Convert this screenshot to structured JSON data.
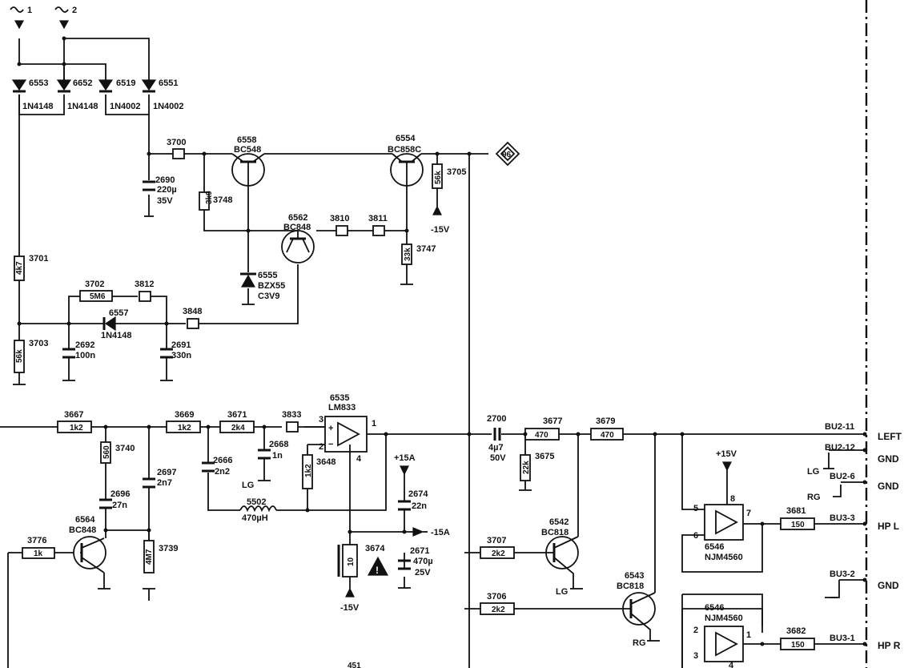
{
  "inputs": {
    "in1": "1",
    "in2": "2"
  },
  "net_flag": "96",
  "diodes": {
    "d6553": {
      "ref": "6553",
      "type": "1N4148"
    },
    "d6652": {
      "ref": "6652",
      "type": "1N4148"
    },
    "d6519": {
      "ref": "6519",
      "type": "1N4002"
    },
    "d6551": {
      "ref": "6551",
      "type": "1N4002"
    },
    "d6557": {
      "ref": "6557",
      "type": "1N4148"
    },
    "d6555": {
      "ref": "6555",
      "type": "BZX55",
      "value": "C3V9"
    }
  },
  "transistors": {
    "t6558": {
      "ref": "6558",
      "type": "BC548"
    },
    "t6554": {
      "ref": "6554",
      "type": "BC858C"
    },
    "t6562": {
      "ref": "6562",
      "type": "BC848"
    },
    "t6564": {
      "ref": "6564",
      "type": "BC848"
    },
    "t6542": {
      "ref": "6542",
      "type": "BC818"
    },
    "t6543": {
      "ref": "6543",
      "type": "BC818"
    }
  },
  "resistors": {
    "r3700": {
      "ref": "3700"
    },
    "r3810": {
      "ref": "3810"
    },
    "r3811": {
      "ref": "3811"
    },
    "r3812": {
      "ref": "3812"
    },
    "r3848": {
      "ref": "3848"
    },
    "r3833": {
      "ref": "3833"
    },
    "r3705": {
      "ref": "3705",
      "value": "56k"
    },
    "r3748": {
      "ref": "3748",
      "value": "3k9"
    },
    "r3747": {
      "ref": "3747",
      "value": "33k"
    },
    "r3701": {
      "ref": "3701",
      "value": "4k7"
    },
    "r3702": {
      "ref": "3702",
      "value": "5M6"
    },
    "r3703": {
      "ref": "3703",
      "value": "56k"
    },
    "r3667": {
      "ref": "3667",
      "value": "1k2"
    },
    "r3669": {
      "ref": "3669",
      "value": "1k2"
    },
    "r3671": {
      "ref": "3671",
      "value": "2k4"
    },
    "r3740": {
      "ref": "3740",
      "value": "560"
    },
    "r3648": {
      "ref": "3648",
      "value": "1k2"
    },
    "r3739": {
      "ref": "3739",
      "value": "4M7"
    },
    "r3776": {
      "ref": "3776",
      "value": "1k"
    },
    "r3674": {
      "ref": "3674",
      "value": "10"
    },
    "r3677": {
      "ref": "3677",
      "value": "470"
    },
    "r3679": {
      "ref": "3679",
      "value": "470"
    },
    "r3675": {
      "ref": "3675",
      "value": "22k"
    },
    "r3707": {
      "ref": "3707",
      "value": "2k2"
    },
    "r3706": {
      "ref": "3706",
      "value": "2k2"
    },
    "r3681": {
      "ref": "3681",
      "value": "150"
    },
    "r3682": {
      "ref": "3682",
      "value": "150"
    }
  },
  "capacitors": {
    "c2690": {
      "ref": "2690",
      "value": "220µ",
      "voltage": "35V"
    },
    "c2692": {
      "ref": "2692",
      "value": "100n"
    },
    "c2691": {
      "ref": "2691",
      "value": "330n"
    },
    "c2668": {
      "ref": "2668",
      "value": "1n"
    },
    "c2666": {
      "ref": "2666",
      "value": "2n2"
    },
    "c2697": {
      "ref": "2697",
      "value": "2n7"
    },
    "c2696": {
      "ref": "2696",
      "value": "27n"
    },
    "c2674": {
      "ref": "2674",
      "value": "22n"
    },
    "c2671": {
      "ref": "2671",
      "value": "470µ",
      "voltage": "25V"
    },
    "c2700": {
      "ref": "2700",
      "value": "4µ7",
      "voltage": "50V"
    }
  },
  "inductor": {
    "ref": "5502",
    "value": "470µH"
  },
  "opamps": {
    "u6535": {
      "ref": "6535",
      "type": "LM833",
      "pin_plus": "3",
      "pin_minus": "2",
      "pin_out": "1",
      "pin_v": "4"
    },
    "u6546a": {
      "ref": "6546",
      "type": "NJM4560",
      "pin_plus": "5",
      "pin_minus": "6",
      "pin_out": "7",
      "pin_v": "8"
    },
    "u6546b": {
      "ref": "6546",
      "type": "NJM4560",
      "pin_plus": "2",
      "pin_minus": "3",
      "pin_out": "1",
      "pin_v": "4"
    }
  },
  "supplies": {
    "neg15": "-15V",
    "pos15a": "+15A",
    "neg15a": "-15A",
    "pos15v": "+15V"
  },
  "ground_labels": {
    "lg": "LG",
    "rg": "RG"
  },
  "connectors": {
    "bu2_11": "BU2-11",
    "bu2_12": "BU2-12",
    "bu2_6": "BU2-6",
    "bu3_3": "BU3-3",
    "bu3_2": "BU3-2",
    "bu3_1": "BU3-1"
  },
  "outputs": {
    "left": "LEFT",
    "gnd": "GND",
    "hp_l": "HP  L",
    "hp_r": "HP  R"
  },
  "bottom_partial": "451"
}
